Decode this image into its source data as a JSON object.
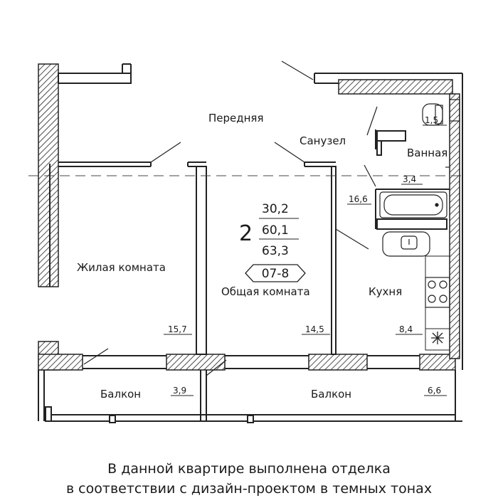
{
  "rooms": {
    "living_room": "Жилая комната",
    "common_room": "Общая комната",
    "hallway": "Передняя",
    "bathroom": "Санузел",
    "bath": "Ванная",
    "kitchen": "Кухня",
    "balcony_left": "Балкон",
    "balcony_right": "Балкон"
  },
  "areas": {
    "living_room": "15,7",
    "common_room": "14,5",
    "hallway": "16,6",
    "bathroom": "1,5",
    "bath": "3,4",
    "kitchen": "8,4",
    "balcony_left": "3,9",
    "balcony_right": "6,6"
  },
  "summary": {
    "rooms_count": "2",
    "living_area": "30,2",
    "total_area": "60,1",
    "total_with_balcony": "63,3",
    "apartment_number": "07-8"
  },
  "caption": {
    "line1": "В данной квартире выполнена отделка",
    "line2": "в соответствии с дизайн-проектом в темных тонах"
  },
  "icons": {
    "snowflake": "snowflake-icon",
    "sink": "sink-icon",
    "toilet": "toilet-icon",
    "stove": "stove-icon",
    "bathtub": "bathtub-icon"
  }
}
